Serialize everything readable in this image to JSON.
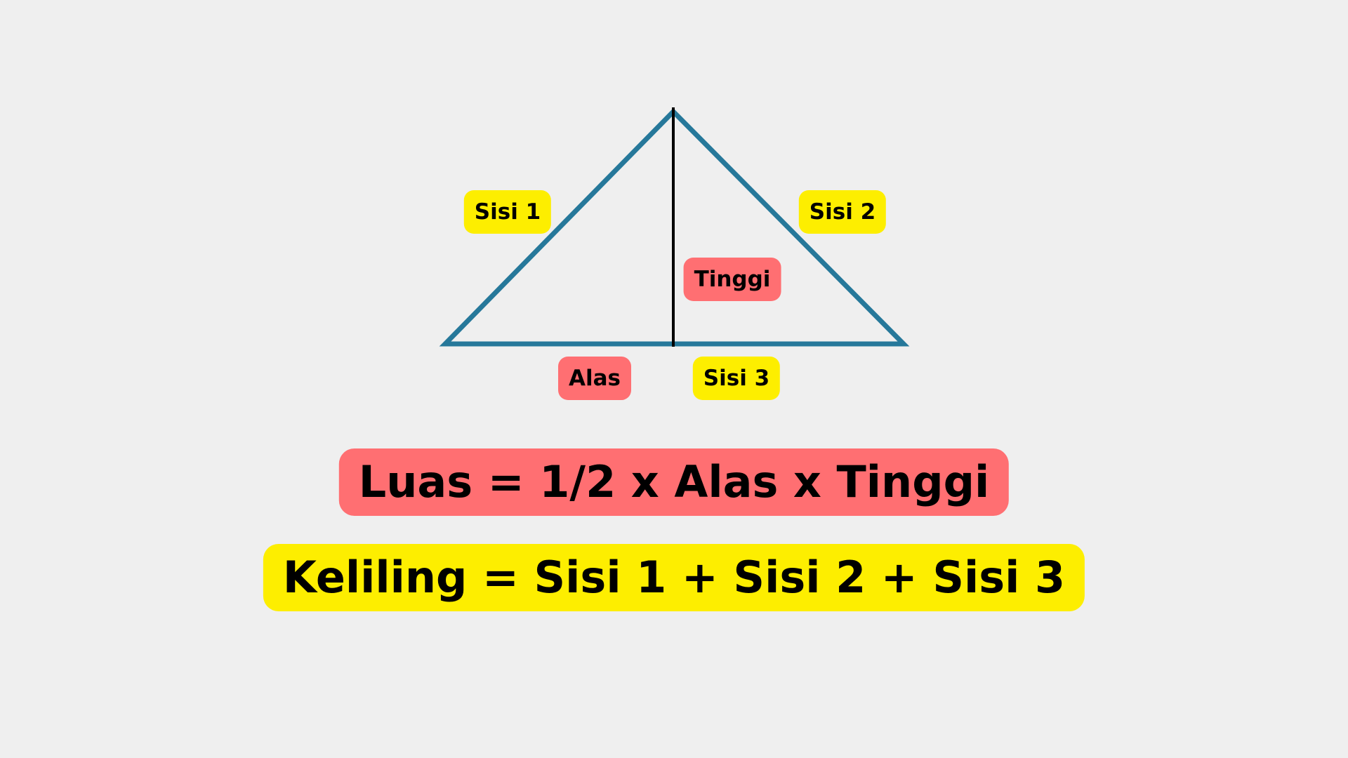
{
  "colors": {
    "background": "#efefef",
    "triangle_stroke": "#26789a",
    "height_line": "#000000",
    "highlight_yellow": "#fdee00",
    "highlight_red": "#ff6f72"
  },
  "labels": {
    "side_1": "Sisi 1",
    "side_2": "Sisi 2",
    "side_3": "Sisi 3",
    "height": "Tinggi",
    "base": "Alas"
  },
  "formulas": {
    "area": "Luas = 1/2 x Alas x Tinggi",
    "perimeter": "Keliling = Sisi 1 + Sisi 2 + Sisi 3"
  }
}
